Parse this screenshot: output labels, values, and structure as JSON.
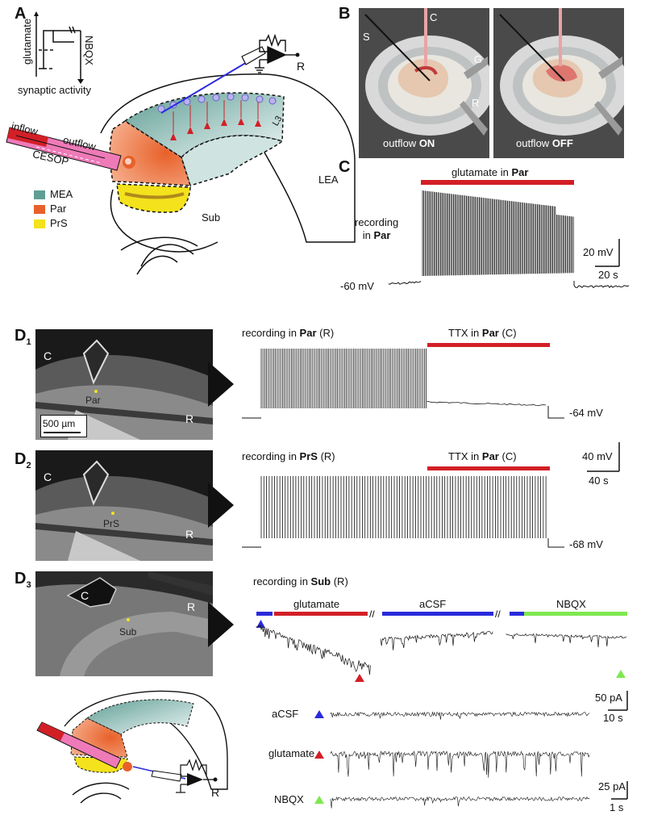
{
  "panels": {
    "A": {
      "label": "A",
      "protocol": {
        "y_label": "glutamate",
        "right_label": "NBQX",
        "x_label": "synaptic activity"
      },
      "probe": {
        "inflow": "inflow",
        "outflow": "outflow",
        "cesop": "CESOP"
      },
      "regions": {
        "lea": "LEA",
        "sub": "Sub",
        "l3": "L3"
      },
      "recording_label": "R",
      "legend": [
        {
          "name": "MEA",
          "color": "#5f9e95"
        },
        {
          "name": "Par",
          "color": "#e8612a"
        },
        {
          "name": "PrS",
          "color": "#f3e21c"
        }
      ]
    },
    "B": {
      "label": "B",
      "tags": {
        "s": "S",
        "c": "C",
        "g": "G",
        "r": "R"
      },
      "left_caption_prefix": "outflow ",
      "left_caption_state": "ON",
      "right_caption_prefix": "outflow ",
      "right_caption_state": "OFF"
    },
    "C": {
      "label": "C",
      "bar_prefix": "glutamate in ",
      "bar_region": "Par",
      "rec_line1": "recording",
      "rec_line2_prefix": "in ",
      "rec_line2_region": "Par",
      "baseline": "-60 mV",
      "scale_v": "20 mV",
      "scale_t": "20 s"
    },
    "D1": {
      "label": "D",
      "sub": "1",
      "img_c": "C",
      "img_r": "R",
      "img_site": "Par",
      "scalebar": "500 µm",
      "rec_prefix": "recording in ",
      "rec_region": "Par",
      "rec_suffix": " (R)",
      "ttx_prefix": "TTX in ",
      "ttx_region": "Par",
      "ttx_suffix": " (C)",
      "baseline": "-64 mV"
    },
    "D2": {
      "label": "D",
      "sub": "2",
      "img_c": "C",
      "img_r": "R",
      "img_site": "PrS",
      "rec_prefix": "recording in ",
      "rec_region": "PrS",
      "rec_suffix": " (R)",
      "ttx_prefix": "TTX in ",
      "ttx_region": "Par",
      "ttx_suffix": " (C)",
      "baseline": "-68 mV",
      "scale_v": "40 mV",
      "scale_t": "40 s"
    },
    "D3": {
      "label": "D",
      "sub": "3",
      "img_c": "C",
      "img_r": "R",
      "img_site": "Sub",
      "rec_prefix": "recording in ",
      "rec_region": "Sub",
      "rec_suffix": " (R)",
      "segments": [
        "glutamate",
        "aCSF",
        "NBQX"
      ],
      "scale_i": "50 pA",
      "scale_t": "10 s",
      "expanded": [
        {
          "name": "aCSF",
          "color": "#2b2bdc"
        },
        {
          "name": "glutamate",
          "color": "#d21f26"
        },
        {
          "name": "NBQX",
          "color": "#7ee84f"
        }
      ],
      "expanded_scale_i": "25 pA",
      "expanded_scale_t": "1 s",
      "schematic_r": "R"
    }
  }
}
